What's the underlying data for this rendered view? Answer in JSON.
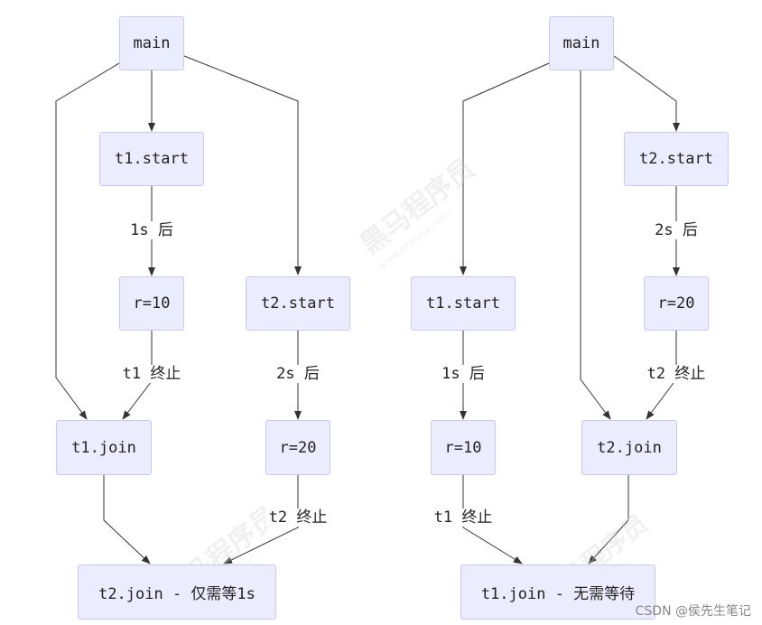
{
  "diagram_left": {
    "nodes": {
      "main": "main",
      "t1_start": "t1.start",
      "r10": "r=10",
      "t2_start": "t2.start",
      "t1_join": "t1.join",
      "r20": "r=20",
      "end": "t2.join - 仅需等1s"
    },
    "edges": {
      "t1_start_r10": "1s 后",
      "r10_t1_join": "t1 终止",
      "t2_start_r20": "2s 后",
      "r20_end": "t2 终止"
    }
  },
  "diagram_right": {
    "nodes": {
      "main": "main",
      "t2_start": "t2.start",
      "r20": "r=20",
      "t1_start": "t1.start",
      "t2_join": "t2.join",
      "r10": "r=10",
      "end": "t1.join - 无需等待"
    },
    "edges": {
      "t2_start_r20": "2s 后",
      "r20_t2_join": "t2 终止",
      "t1_start_r10": "1s 后",
      "r10_end": "t1 终止"
    }
  },
  "watermark": {
    "brand": "黑马程序员",
    "site": "www.itheima.com"
  },
  "credit": "CSDN @侯先生笔记",
  "colors": {
    "node_fill": "#ececff",
    "node_border": "#c8c8f0",
    "edge": "#333333"
  }
}
